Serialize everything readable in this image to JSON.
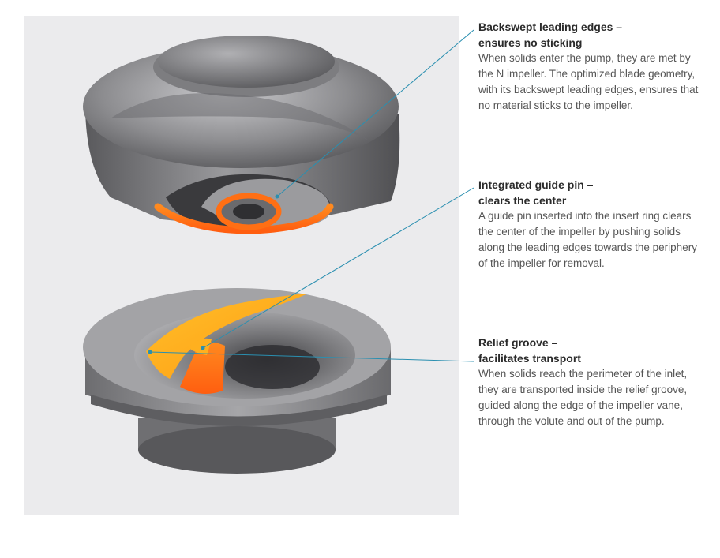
{
  "colors": {
    "panel_background": "#ebebed",
    "metal_dark": "#4a4a4c",
    "metal_mid": "#8a8a8d",
    "metal_light": "#b5b5b8",
    "highlight_orange": "#ff7a1a",
    "highlight_yellow": "#ffb01f",
    "leader_line": "#2a8fb0"
  },
  "callouts": [
    {
      "title_line1": "Backswept leading edges –",
      "title_line2": "ensures no sticking",
      "body": "When solids enter the pump, they are met by the N impeller. The optimized blade geometry, with its backswept leading edges, ensures that no material sticks to the impeller."
    },
    {
      "title_line1": "Integrated guide pin –",
      "title_line2": "clears the center",
      "body": "A guide pin inserted into the insert ring clears the center of the impeller by pushing solids along the leading edges towards the periphery of the impeller for removal."
    },
    {
      "title_line1": "Relief groove –",
      "title_line2": "facilitates transport",
      "body": "When solids reach the perimeter of the inlet, they are transported inside the relief groove, guided along the edge of the impeller vane, through the volute and out of the pump."
    }
  ]
}
